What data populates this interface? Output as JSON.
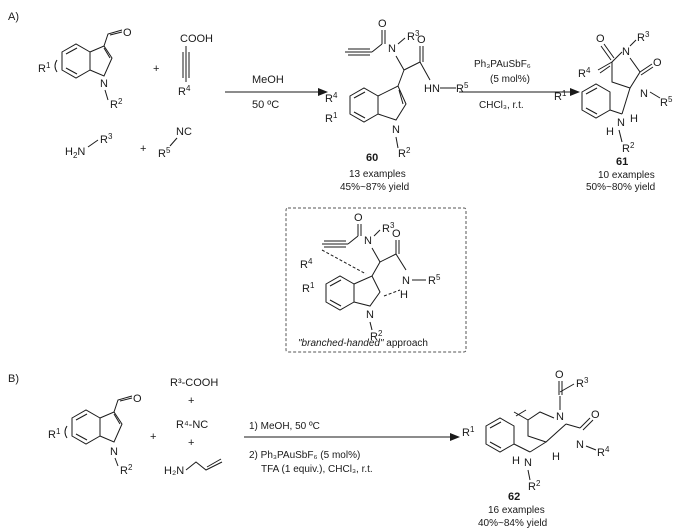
{
  "section_a": {
    "label": "A)"
  },
  "section_b": {
    "label": "B)"
  },
  "scheme_a": {
    "plus": "+",
    "cooh": "COOH",
    "r1": "R",
    "r1_sub": "1",
    "r2": "R",
    "r2_sub": "2",
    "r3": "R",
    "r3_sub": "3",
    "r4": "R",
    "r4_sub": "4",
    "r5": "R",
    "r5_sub": "5",
    "amine_h2n": "H",
    "amine_h2n_sub": "2",
    "amine_n": "N",
    "isonitrile": "NC",
    "arrow1_top": "MeOH",
    "arrow1_bottom": "50 ºC",
    "prod60_number": "60",
    "prod60_examples": "13 examples",
    "prod60_yield": "45%~87% yield",
    "hn_label": "HN",
    "n_label": "N",
    "o_label": "O",
    "arrow2_top": "Ph₃PAuSbF₆",
    "arrow2_mid": "(5 mol%)",
    "arrow2_bottom": "CHCl₃, r.t.",
    "prod61_number": "61",
    "prod61_examples": "10 examples",
    "prod61_yield": "50%~80% yield",
    "h_label": "H"
  },
  "box": {
    "caption_quoted": "\"branched-handed\"",
    "caption_rest": " approach"
  },
  "scheme_b": {
    "r3cooh": "R³-COOH",
    "plus": "+",
    "r4nc": "R⁴-NC",
    "amine": "H₂N",
    "step1": "1) MeOH, 50 ºC",
    "step2": "2) Ph₃PAuSbF₆ (5 mol%)",
    "step2b": "TFA (1 equiv.), CHCl₃, r.t.",
    "prod62_number": "62",
    "prod62_examples": "16 examples",
    "prod62_yield": "40%~84% yield"
  }
}
